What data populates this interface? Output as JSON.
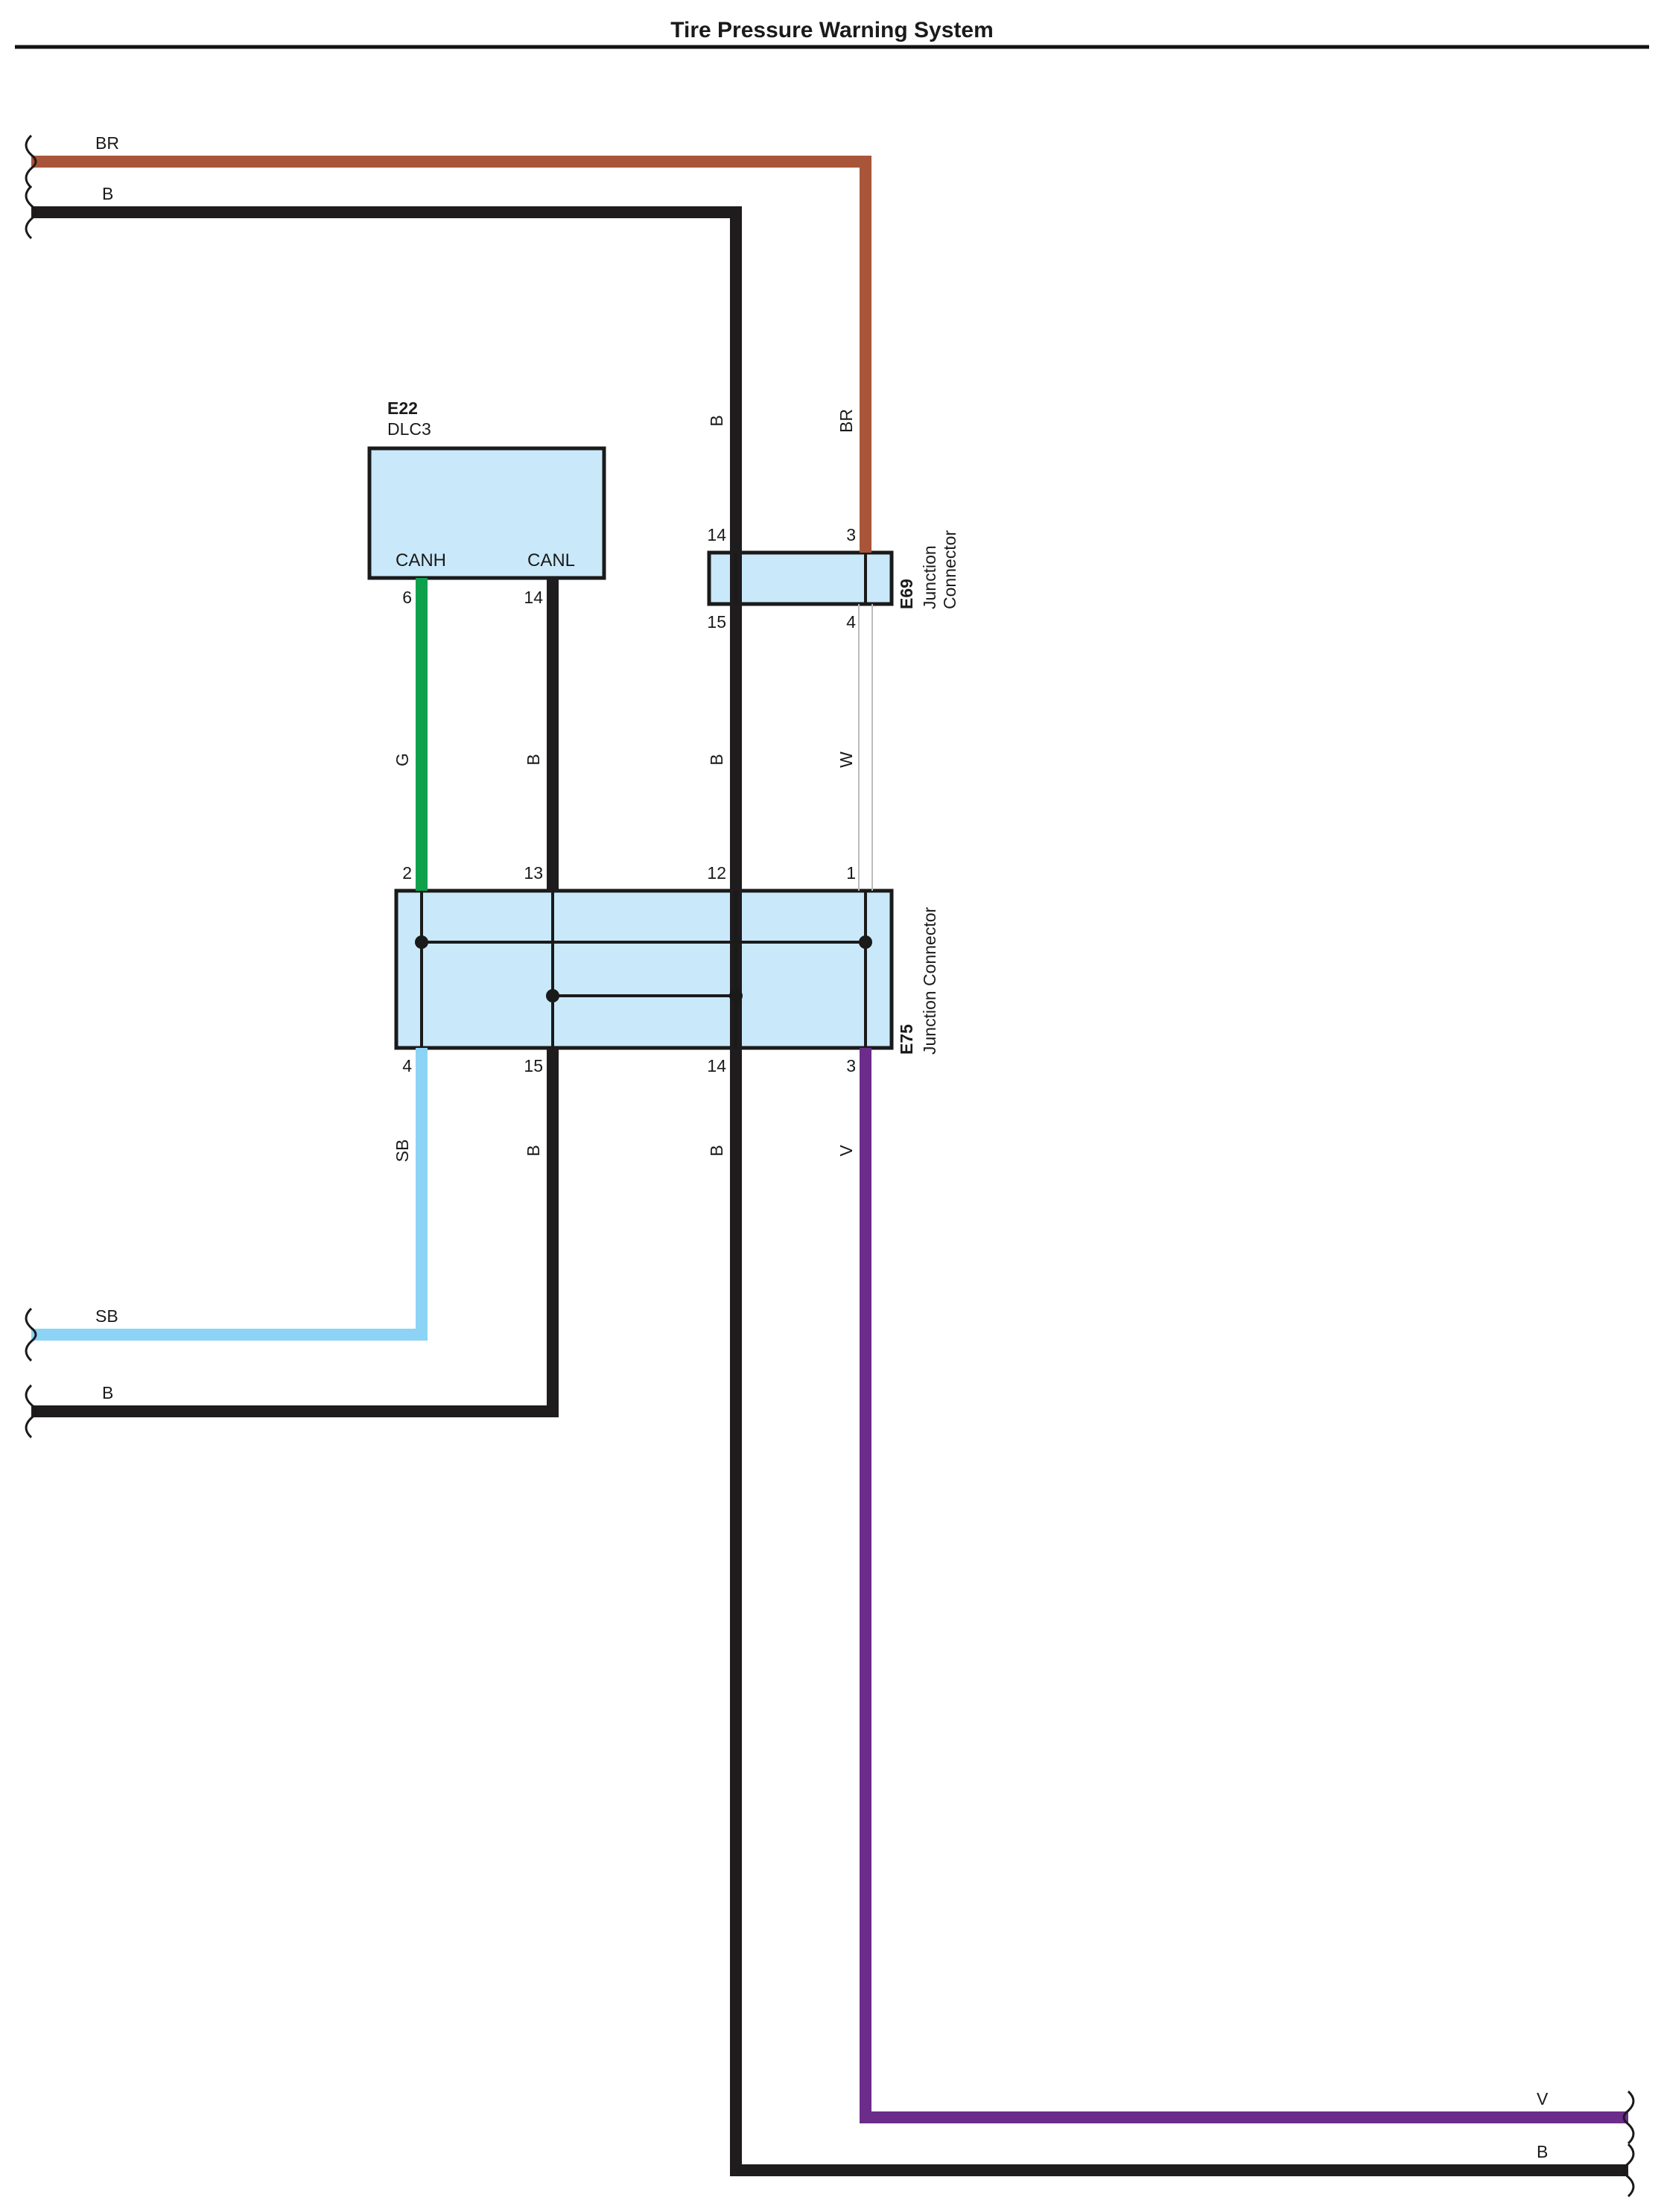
{
  "title": "Tire Pressure Warning System",
  "colors": {
    "brown": "#a8553a",
    "black": "#1f1c1d",
    "green": "#0fa04c",
    "sky_blue": "#8cd3f5",
    "white_wire": "#bdbdbd",
    "violet": "#6c2c8a",
    "connector_fill": "#c9e9fa"
  },
  "wires": {
    "top_br": "BR",
    "top_b": "B",
    "mid_sb": "SB",
    "mid_b": "B",
    "bot_v": "V",
    "bot_b": "B",
    "v_b_top": "B",
    "v_br_top": "BR",
    "v_g": "G",
    "v_b_canl": "B",
    "v_b_e69": "B",
    "v_w": "W",
    "v_sb": "SB",
    "v_b_e75_15": "B",
    "v_b_e75_14": "B",
    "v_v": "V"
  },
  "e22": {
    "id": "E22",
    "name": "DLC3",
    "canh": "CANH",
    "canl": "CANL",
    "pin_canh": "6",
    "pin_canl": "14"
  },
  "e69": {
    "id": "E69",
    "name_line1": "Junction",
    "name_line2": "Connector",
    "pin_tl": "14",
    "pin_tr": "3",
    "pin_bl": "15",
    "pin_br": "4"
  },
  "e75": {
    "id": "E75",
    "name": "Junction Connector",
    "pins_top": [
      "2",
      "13",
      "12",
      "1"
    ],
    "pins_bottom": [
      "4",
      "15",
      "14",
      "3"
    ]
  }
}
